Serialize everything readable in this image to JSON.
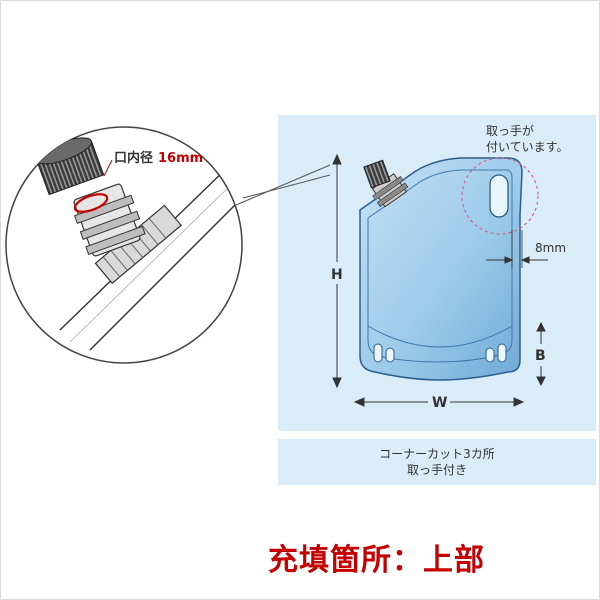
{
  "zoom_callout": {
    "inner_diameter_label": "口内径",
    "inner_diameter_value": "16mm"
  },
  "pouch_panel": {
    "handle_note_line1": "取っ手が",
    "handle_note_line2": "付いています。",
    "dim_handle_offset": "8mm",
    "dim_height": "H",
    "dim_width": "W",
    "dim_bottom": "B"
  },
  "caption": {
    "line1": "コーナーカット3カ所",
    "line2": "取っ手付き"
  },
  "fill_location": "充填箇所：上部",
  "colors": {
    "panel_background": "#d9ecf8",
    "pouch_fill": "#8cbfe3",
    "pouch_outline": "#2a5f8e",
    "accent_red": "#c40000",
    "dashed_circle": "#e05a8a"
  }
}
